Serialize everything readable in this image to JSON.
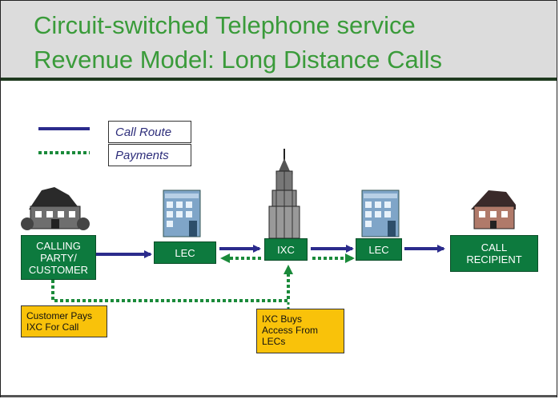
{
  "header": {
    "title_line1": "Circuit-switched Telephone service",
    "title_line2": "Revenue Model:  Long Distance Calls"
  },
  "legend": {
    "call_route": "Call Route",
    "payments": "Payments"
  },
  "nodes": {
    "calling_party": [
      "CALLING",
      "PARTY/",
      "CUSTOMER"
    ],
    "lec_left": "LEC",
    "ixc": "IXC",
    "lec_right": "LEC",
    "call_recipient": [
      "CALL",
      "RECIPIENT"
    ]
  },
  "notes": {
    "customer_pays": [
      "Customer Pays",
      "IXC For Call"
    ],
    "ixc_buys": [
      "IXC Buys",
      "Access From",
      "LECs"
    ]
  },
  "colors": {
    "title_green": "#3a9b3a",
    "node_green": "#0d7a3e",
    "route_blue": "#2b2b8c",
    "payment_green": "#1a8a3a",
    "note_yellow": "#f9c20a"
  }
}
